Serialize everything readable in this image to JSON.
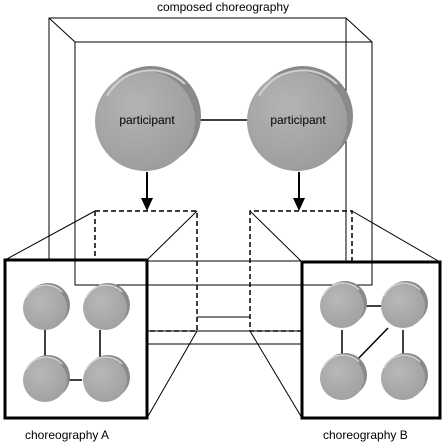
{
  "title": "composed choreography",
  "participants": [
    {
      "label": "participant"
    },
    {
      "label": "participant"
    }
  ],
  "choreographies": [
    {
      "caption": "choreography A"
    },
    {
      "caption": "choreography B"
    }
  ],
  "colors": {
    "node_fill": "#a9a9a9",
    "node_shadow": "#7f7f7f",
    "node_highlight": "#cfcfcf",
    "line": "#000000",
    "background": "#ffffff"
  }
}
